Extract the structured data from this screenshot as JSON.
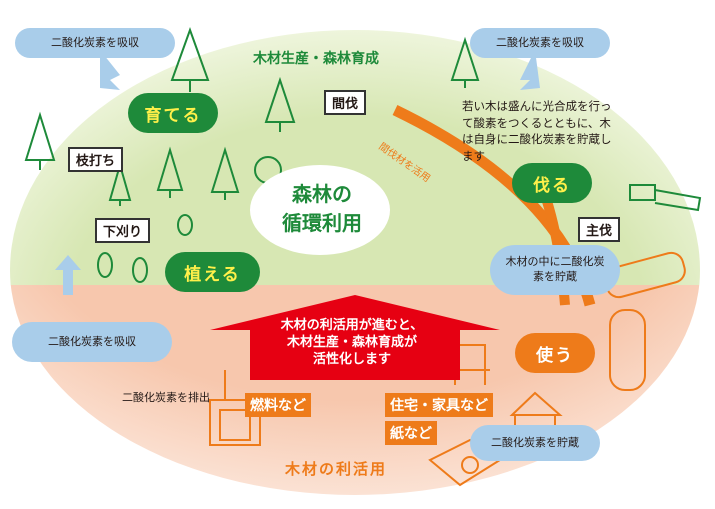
{
  "title_top": "木材生産・森林育成",
  "title_bottom": "木材の利活用",
  "center": {
    "line1": "森林の",
    "line2": "循環利用"
  },
  "stages": {
    "grow": "育てる",
    "cut": "伐る",
    "plant": "植える",
    "use": "使う"
  },
  "tasks": {
    "thinning": "間伐",
    "pruning": "枝打ち",
    "weeding": "下刈り",
    "final_cut": "主伐"
  },
  "arc_label": "間伐材を活用",
  "co2": {
    "absorb_left_top": "二酸化炭素を吸収",
    "absorb_right_top": "二酸化炭素を吸収",
    "absorb_left_mid": "二酸化炭素を吸収",
    "emit": "二酸化炭素を排出",
    "store_wood": "木材の中に二酸化炭素を貯蔵",
    "store_house": "二酸化炭素を貯蔵"
  },
  "description": "若い木は盛んに光合成を行って酸素をつくるとともに、木は自身に二酸化炭素を貯蔵します",
  "arrow_text": {
    "line1": "木材の利活用が進むと、",
    "line2": "木材生産・森林育成が",
    "line3": "活性化します"
  },
  "uses": {
    "fuel": "燃料など",
    "housing": "住宅・家具など",
    "paper": "紙など"
  },
  "colors": {
    "green": "#1e8a3a",
    "orange": "#ee7b1a",
    "red": "#e60012",
    "blue": "#a9cdea",
    "yellow": "#fff04a"
  }
}
